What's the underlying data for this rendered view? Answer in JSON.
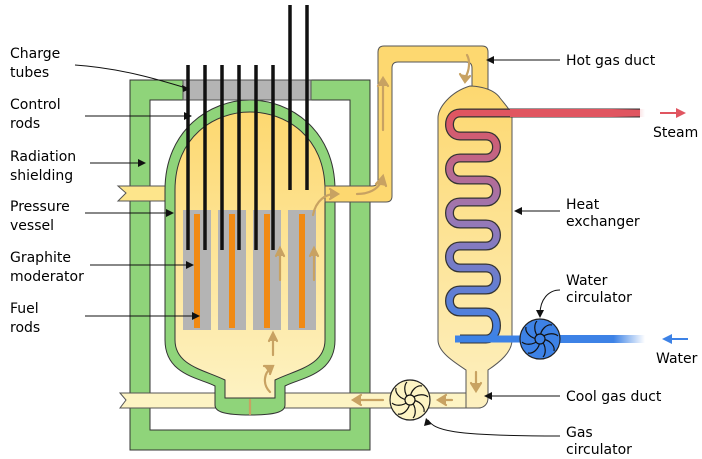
{
  "labels": {
    "charge_tubes": [
      "Charge",
      "tubes"
    ],
    "control_rods": [
      "Control",
      "rods"
    ],
    "radiation_shielding": [
      "Radiation",
      "shielding"
    ],
    "pressure_vessel": [
      "Pressure",
      "vessel"
    ],
    "graphite_moderator": [
      "Graphite",
      "moderator"
    ],
    "fuel_rods": [
      "Fuel",
      "rods"
    ],
    "hot_gas_duct": "Hot gas duct",
    "steam": "Steam",
    "heat_exchanger": [
      "Heat",
      "exchanger"
    ],
    "water_circulator": [
      "Water",
      "circulator"
    ],
    "water": "Water",
    "cool_gas_duct": "Cool gas duct",
    "gas_circulator": [
      "Gas",
      "circulator"
    ]
  },
  "colors": {
    "shielding": "#8fd47a",
    "gas": "#fde58b",
    "gas_light": "#fdf4c4",
    "graphite": "#b4b4b4",
    "fuel": "#f08a14",
    "flow_arrow": "#c8a262",
    "steam": "#e05560",
    "water": "#3d82e6",
    "coil_mid": "#9b78b4"
  }
}
